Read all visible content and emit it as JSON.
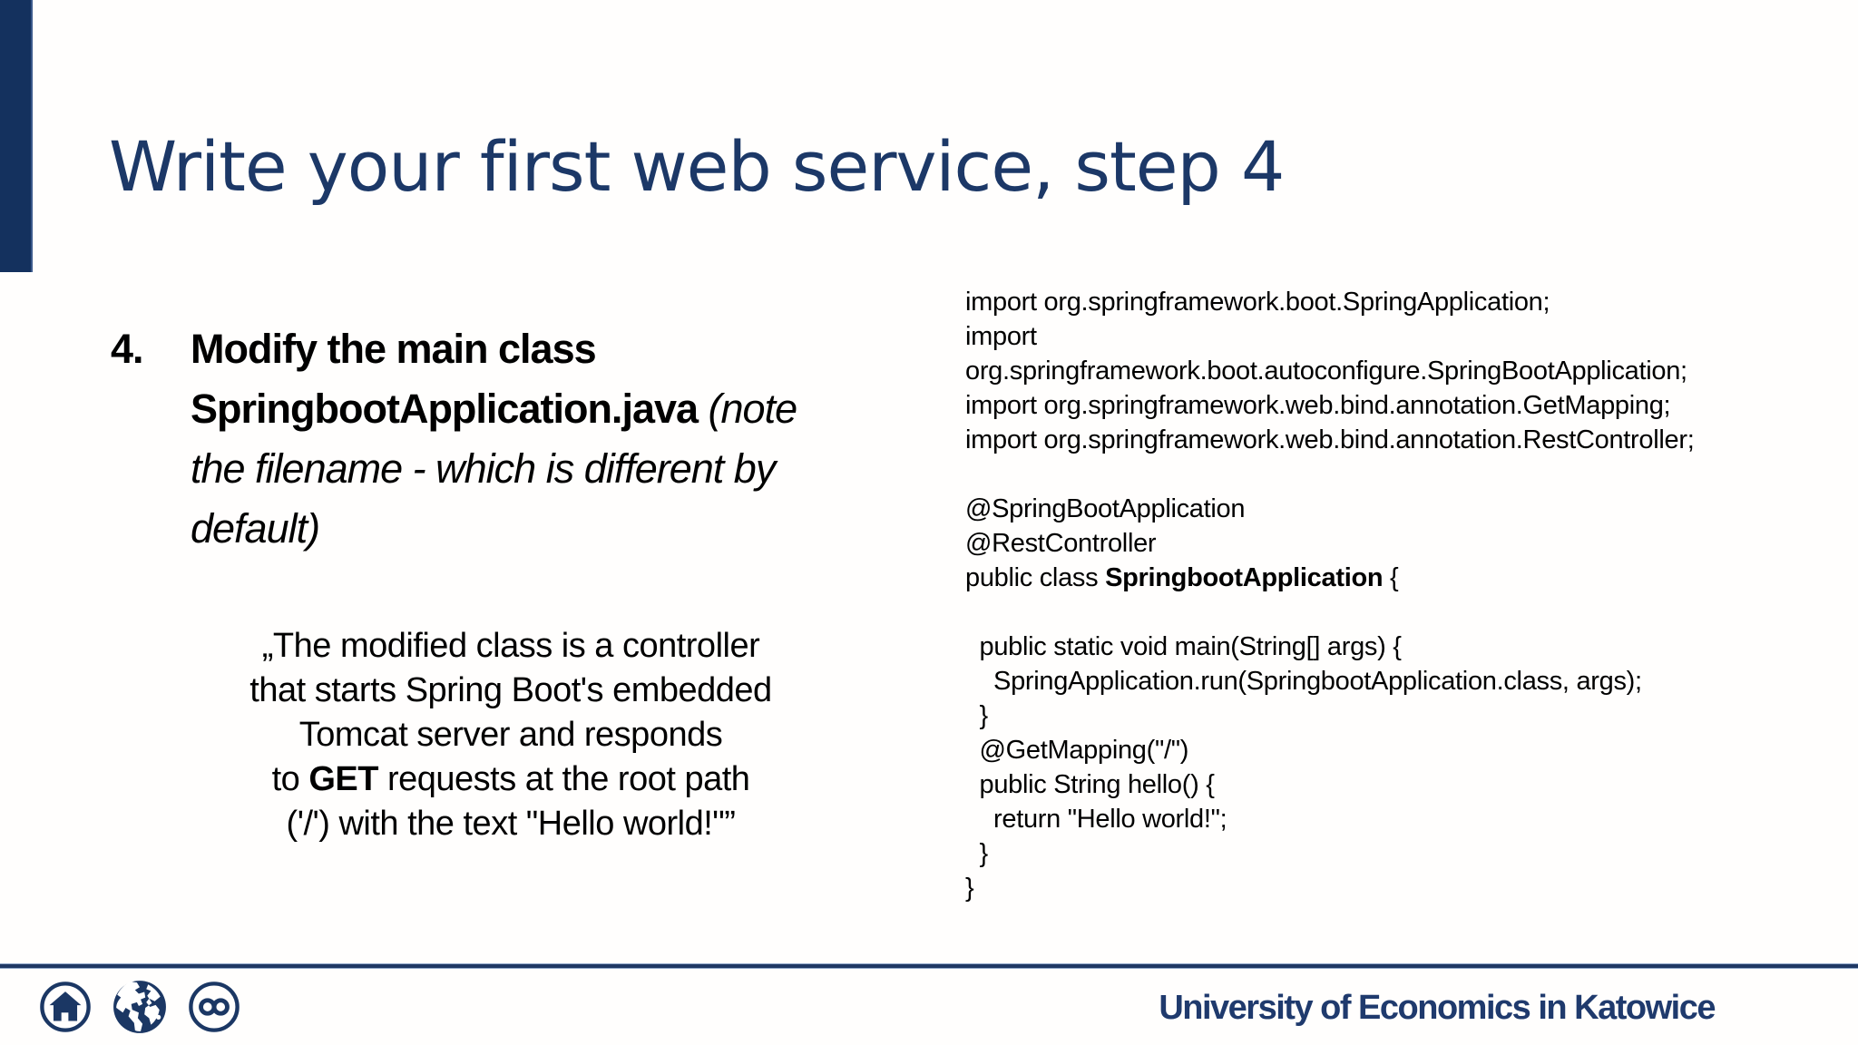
{
  "colors": {
    "navy_bar": "#14315e",
    "navy_title": "#1c3867",
    "navy_footer_line": "#1f3864",
    "navy_footer_text": "#1f3a6d",
    "body_text": "#000000",
    "background": "#fffefd"
  },
  "title": {
    "text": "Write your first web service, step 4"
  },
  "item": {
    "number": "4.",
    "lines": [
      [
        {
          "t": "Modify the main class",
          "s": "b"
        }
      ],
      [
        {
          "t": "SpringbootApplication.java",
          "s": "b"
        },
        {
          "t": " ",
          "s": ""
        },
        {
          "t": "(note",
          "s": "i"
        }
      ],
      [
        {
          "t": "the filename - which is different by",
          "s": "i"
        }
      ],
      [
        {
          "t": "default)",
          "s": "i"
        }
      ]
    ]
  },
  "quote": {
    "lines": [
      [
        {
          "t": "„The modified class is a controller",
          "s": ""
        }
      ],
      [
        {
          "t": "that starts Spring Boot's embedded",
          "s": ""
        }
      ],
      [
        {
          "t": "Tomcat server and responds",
          "s": ""
        }
      ],
      [
        {
          "t": "to ",
          "s": ""
        },
        {
          "t": "GET",
          "s": "b"
        },
        {
          "t": " requests at the root path",
          "s": ""
        }
      ],
      [
        {
          "t": "('/') with the text \"Hello world!\"”",
          "s": ""
        }
      ]
    ]
  },
  "code": {
    "lines": [
      [
        {
          "t": "import org.springframework.boot.SpringApplication;",
          "s": ""
        }
      ],
      [
        {
          "t": "import",
          "s": ""
        }
      ],
      [
        {
          "t": "org.springframework.boot.autoconfigure.SpringBootApplication;",
          "s": ""
        }
      ],
      [
        {
          "t": "import org.springframework.web.bind.annotation.GetMapping;",
          "s": ""
        }
      ],
      [
        {
          "t": "import org.springframework.web.bind.annotation.RestController;",
          "s": ""
        }
      ],
      [],
      [
        {
          "t": "@SpringBootApplication",
          "s": ""
        }
      ],
      [
        {
          "t": "@RestController",
          "s": ""
        }
      ],
      [
        {
          "t": "public class ",
          "s": ""
        },
        {
          "t": "SpringbootApplication",
          "s": "b"
        },
        {
          "t": " {",
          "s": ""
        }
      ],
      [],
      [
        {
          "t": "  public static void main(String[] args) {",
          "s": ""
        }
      ],
      [
        {
          "t": "    SpringApplication.run(SpringbootApplication.class, args);",
          "s": ""
        }
      ],
      [
        {
          "t": "  }",
          "s": ""
        }
      ],
      [
        {
          "t": "  @GetMapping(\"/\")",
          "s": ""
        }
      ],
      [
        {
          "t": "  public String hello() {",
          "s": ""
        }
      ],
      [
        {
          "t": "    return \"Hello world!\";",
          "s": ""
        }
      ],
      [
        {
          "t": "  }",
          "s": ""
        }
      ],
      [
        {
          "t": "}",
          "s": ""
        }
      ]
    ]
  },
  "footer": {
    "university": "University of Economics in Katowice",
    "icons": [
      {
        "name": "home-icon"
      },
      {
        "name": "globe-icon"
      },
      {
        "name": "infinity-icon"
      }
    ]
  }
}
